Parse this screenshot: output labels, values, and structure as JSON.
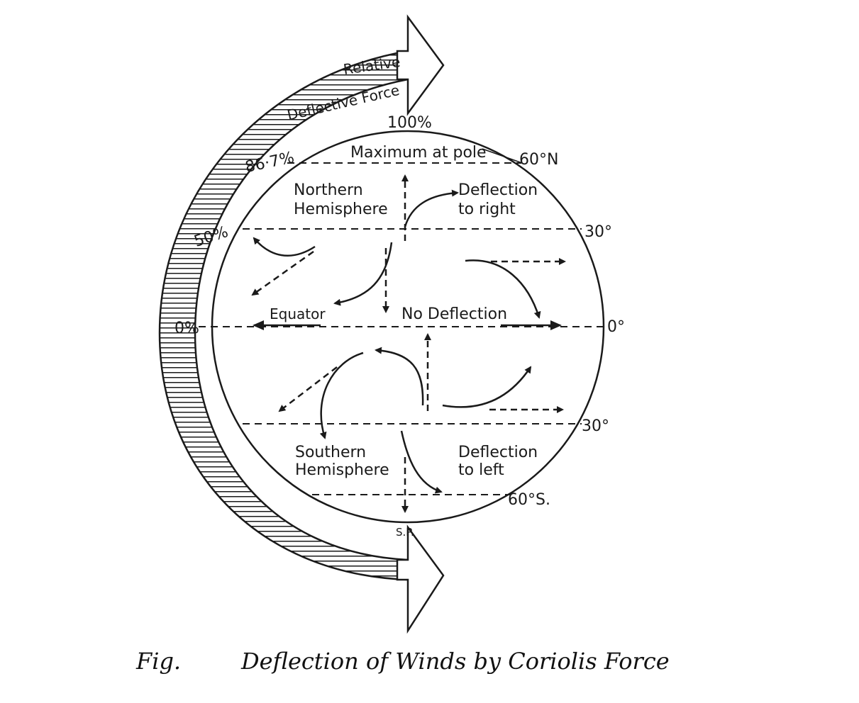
{
  "band_label_1": "Relative",
  "band_label_2": "Deflective Force",
  "percent_100": "100%",
  "percent_867": "86·7%",
  "percent_50": "50%",
  "percent_0": "0%",
  "max_at_pole": "Maximum at pole",
  "lat_60n": "60°N",
  "lat_30n": "30°",
  "lat_0": "0°",
  "lat_30s": "30°",
  "lat_60s": "60°S.",
  "northern_hemisphere_1": "Northern",
  "northern_hemisphere_2": "Hemisphere",
  "deflection_right_1": "Deflection",
  "deflection_right_2": "to right",
  "equator": "Equator",
  "no_deflection": "No Deflection",
  "southern_hemisphere_1": "Southern",
  "southern_hemisphere_2": "Hemisphere",
  "deflection_left_1": "Deflection",
  "deflection_left_2": "to left",
  "south_pole": "S.P.",
  "caption_fig": "Fig.",
  "caption_title": "Deflection of Winds by Coriolis Force"
}
